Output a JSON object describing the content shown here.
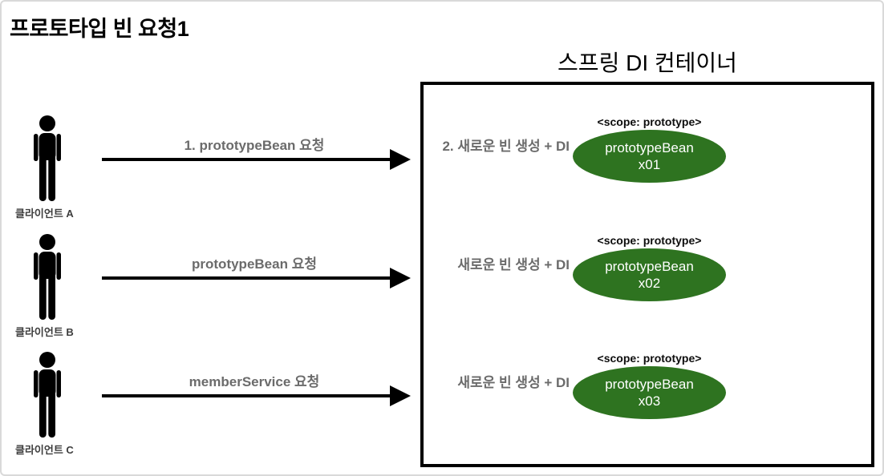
{
  "title": "프로토타입 빈 요청1",
  "container": {
    "title": "스프링 DI 컨테이너"
  },
  "rows": [
    {
      "client": "클라이언트 A",
      "request_label": "1. prototypeBean 요청",
      "action_label": "2. 새로운 빈 생성 + DI",
      "scope_label": "<scope: prototype>",
      "bean_name": "prototypeBean",
      "bean_instance": "x01"
    },
    {
      "client": "클라이언트 B",
      "request_label": "prototypeBean 요청",
      "action_label": "새로운 빈 생성 + DI",
      "scope_label": "<scope: prototype>",
      "bean_name": "prototypeBean",
      "bean_instance": "x02"
    },
    {
      "client": "클라이언트 C",
      "request_label": "memberService 요청",
      "action_label": "새로운 빈 생성 + DI",
      "scope_label": "<scope: prototype>",
      "bean_name": "prototypeBean",
      "bean_instance": "x03"
    }
  ],
  "colors": {
    "bean_fill": "#2e7320",
    "bean_text": "#ffffff",
    "muted_label": "#6b6b6b",
    "arrow": "#000000",
    "container_border": "#000000",
    "slide_border": "#d9d9d9"
  }
}
